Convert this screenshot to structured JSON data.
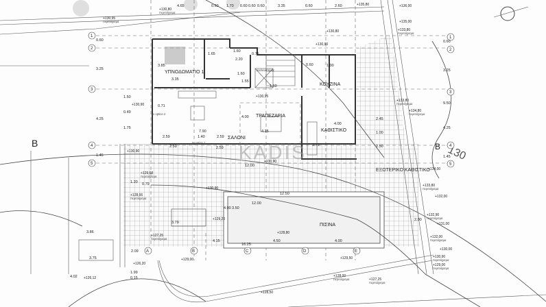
{
  "rooms": {
    "bedroom": "ΥΠΝΟΔΩΜΑΤΙΟ 1",
    "kitchen": "ΚΟΥΖΙΝΑ",
    "dining": "ΤΡΑΠΕΖΑΡΙΑ",
    "living": "ΣΑΛΟΝΙ",
    "sitting": "ΚΑΘΙΣΤΙΚΟ",
    "outdoor_sitting": "ΕΞΩΤΕΡΙΚΟ ΚΑΘΙΣΤΙΚΟ",
    "pool": "ΠΙΣΙΝΑ",
    "elevator": "ανελκυστήρας",
    "tv_option_1": "tv option 1",
    "tv_option_2": "tv option 2"
  },
  "watermark": "KADIS",
  "section_marker": "B",
  "contour_label": "130",
  "perimeter_label": "περιτοίχισμα",
  "grid_rows": [
    "1",
    "2",
    "3",
    "4",
    "5"
  ],
  "grid_cols": [
    "A",
    "B",
    "C",
    "D",
    "E"
  ],
  "dimensions": {
    "top": [
      "4.65",
      "0.60",
      "1.70",
      "0.60",
      "0.60",
      "0.60",
      "3.35",
      "0.60",
      "2.60"
    ],
    "left": [
      "0.60",
      "3.25",
      "4.25",
      "1.45"
    ],
    "right": [
      "0.60",
      "3.25",
      "9.50",
      "4.25",
      "1.45"
    ],
    "bedroom_w": "3.35",
    "bedroom_h": "3.85",
    "bath_1": "1.65",
    "bath_2": "1.60",
    "bath_3": "2.20",
    "bath_4": "1.60",
    "stair": "1.55",
    "lift": "1.60",
    "d_075": "0.75",
    "kitchen_1": "0.60",
    "kitchen_2": "1.00",
    "living_w": "7.90",
    "living_a": "2.59",
    "living_b": "1.40",
    "living_c": "2.59",
    "living_d": "2.59",
    "living_e": "2.59",
    "dining_w": "4.15",
    "dining_h": "4.00",
    "sitting_h": "4.00",
    "sitting_w": "3.75",
    "terrace_w": "12.00",
    "side_1": "1.50",
    "side_2": "1.75",
    "side_3": "0.49",
    "side_4": "0.71",
    "pool_outer": "12.50",
    "pool_len": "12.00",
    "pool_w": "3.50",
    "pool_outer_w": "4.00",
    "pool_total": "16.25",
    "pool_seg1": "4.15",
    "pool_seg2": "4.50",
    "pool_seg3": "4.00",
    "stair2": "3.79",
    "left_a": "3.86",
    "left_b": "2.09",
    "left_c": "3.75",
    "left_d": "1.99",
    "left_e": "0.15",
    "left_f": "4.02",
    "step_1": "1.20",
    "step_2": "0.79",
    "right_a": "2.45",
    "right_b": "1.00",
    "right_c": "2.50",
    "right_d": "2.00"
  },
  "levels": {
    "l1": "+130,95",
    "l2": "+130,80",
    "l3": "+130,80",
    "l4": "+130,90",
    "l5": "+130,95",
    "l6": "+130,90",
    "l7": "+130,90",
    "l8": "+130,90",
    "l9": "+129,68",
    "l10": "+128,66",
    "l11": "+130,90",
    "l12": "+129,20",
    "l13": "+128,80",
    "l14": "+127,25",
    "l15": "+129,00",
    "l16": "+126,20",
    "l17": "+126,12",
    "l18": "+129,50",
    "l19": "+128,00",
    "l20": "+127,25",
    "l21": "+128,50",
    "l22": "+135,00",
    "l23": "+133,80",
    "l24": "+133,80",
    "l25": "+134,80",
    "l26": "+134,00",
    "l27": "+133,80",
    "l28": "+132,00",
    "l29": "+132,90",
    "l30": "+131,00",
    "l31": "+132,00",
    "l32": "+130,00",
    "l33": "+130,90",
    "l34": "+129,00",
    "l35": "+136,00",
    "l36": "+135,80"
  },
  "colors": {
    "line": "#333333",
    "background": "#fdfdfd",
    "pool": "#f1f1f1"
  }
}
